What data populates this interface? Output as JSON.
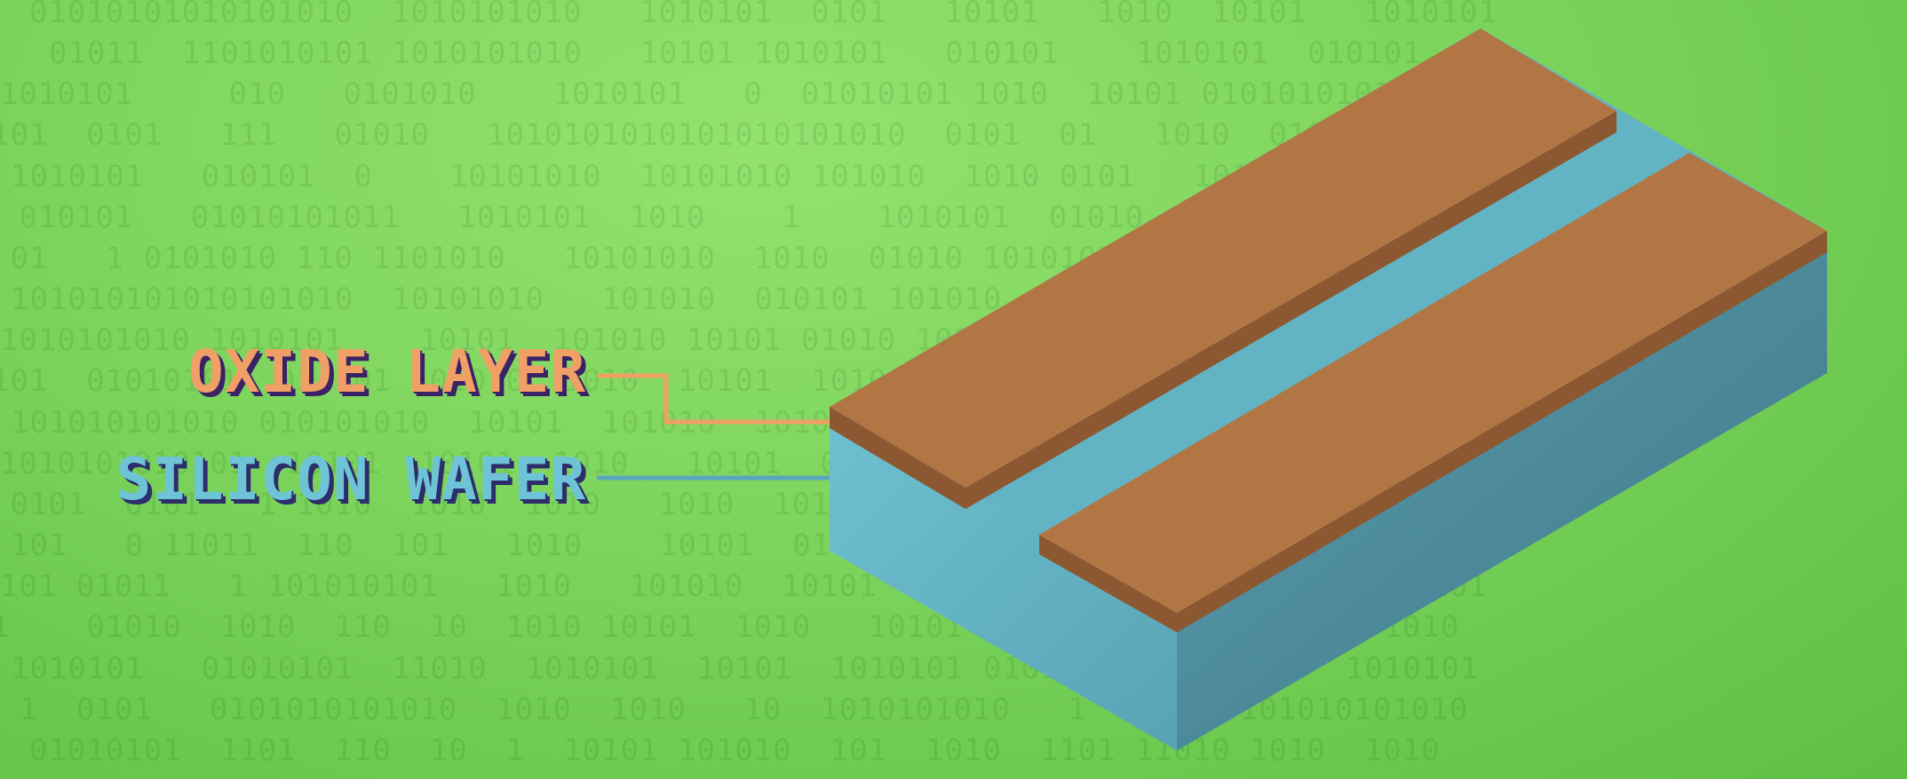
{
  "labels": {
    "oxide_layer": "OXIDE LAYER",
    "silicon_wafer": "SILICON WAFER"
  },
  "background": {
    "binary_rows": [
      "  01010101010101010  1010101010   1010101  0101   10101   1010  10101   1010101",
      "  01011  1101010101 1010101010   10101 1010101   010101    1010101  010101  01",
      "1010101     010   0101010    1010101   0  01010101 1010  10101 01010101010  10",
      "101  0101   111   01010   1010101010101010101010  0101  01   1010  01010101010",
      "1010101   010101  0    10101010  10101010 101010  1010 0101   101010 0101  10",
      " 010101   01010101011   1010101  1010    1    1010101  01010  10101  10101 01",
      " 01   1 0101010 110 1101010   10101010  1010  01010 1010101  0101 1010  10101",
      "101010101010101010  10101010   101010  010101 101010  1010  01010101 1 101010",
      "1010101010 1010101    10101  101010 10101 01010 1010101  0101010  101  10101",
      "101  01010101  01 101  01010  1010  10101  10101010  1010  1010101 1010 10101",
      "101010101010 010101010  10101  101010  101010  1010101 010 10101010  1010101",
      "1010101010101  10101  10101  1010   10101  01010  1010  10101 01010  10101010",
      " 0101  0101   1 1010  1010  1010   1010  10101 1010  01010 1010  11010 01010",
      "101   0 11011  110  101   1010    10101  01010  101010  01010  11010101 01010",
      "101 01011   1 101010101   1010   101010  10101  010101  0101 1101  1101010 101",
      "1    01010  1010  110  10  1010 10101  1010   10101 010101  01011  10101 1010",
      "1010101   01010101  11010  1010101  10101  1010101 0101  10101010101  1010101",
      " 1  0101   0101010101010  1010  1010   10  1010101010   1  011  0101010101010",
      "  01010101  1101  110  10  1  10101 101010  101  1010  1101 11010 1010  1010"
    ]
  },
  "colors": {
    "oxide_top": "#b27644",
    "oxide_side": "#8c5832",
    "wafer_top": "#62b4c4",
    "wafer_left": "#66b9c9",
    "wafer_right": "#4f8c9c",
    "oxide_leader": "#f0a066",
    "silicon_leader": "#5aa6bd"
  }
}
